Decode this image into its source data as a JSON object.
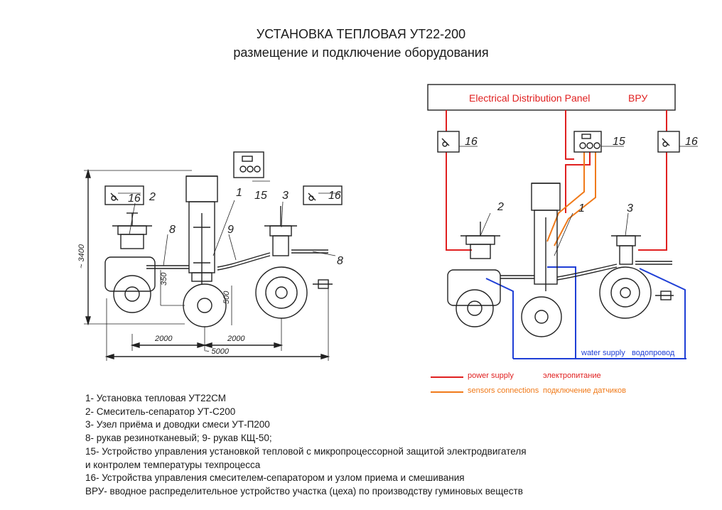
{
  "header": {
    "title": "УСТАНОВКА ТЕПЛОВАЯ УТ22-200",
    "subtitle": "размещение и подключение оборудования"
  },
  "left_drawing": {
    "callouts": [
      "16",
      "2",
      "1",
      "15",
      "3",
      "16",
      "8",
      "9",
      "8"
    ],
    "dimensions": {
      "height": "~ 3400",
      "d350": "350",
      "d500": "500",
      "d2000a": "2000",
      "d2000b": "2000",
      "total": "~ 5000"
    }
  },
  "right_drawing": {
    "panel_en": "Electrical Distribution Panel",
    "panel_ru": "ВРУ",
    "callouts": [
      "16",
      "15",
      "16",
      "2",
      "1",
      "3"
    ],
    "water_en": "water supply",
    "water_ru": "водопровод"
  },
  "line_legend": [
    {
      "en": "power supply",
      "ru": "электропитание",
      "color": "#e02020"
    },
    {
      "en": "sensors connections",
      "ru": "подключение датчиков",
      "color": "#f07a1a"
    }
  ],
  "water_color": "#1f3fd6",
  "legend": [
    "1- Установка тепловая УТ22СМ",
    "2- Смеситель-сепаратор УТ-С200",
    "3- Узел приёма и доводки смеси УТ-П200",
    "8- рукав резинотканевый;  9- рукав КЩ-50;",
    "15- Устройство управления установкой тепловой с микропроцессорной защитой электродвигателя",
    "и контролем температуры техпроцесса",
    "16- Устройства управления смесителем-сепаратором и узлом приема и смешивания",
    "ВРУ- вводное распределительное устройство участка (цеха) по производству гуминовых веществ"
  ]
}
